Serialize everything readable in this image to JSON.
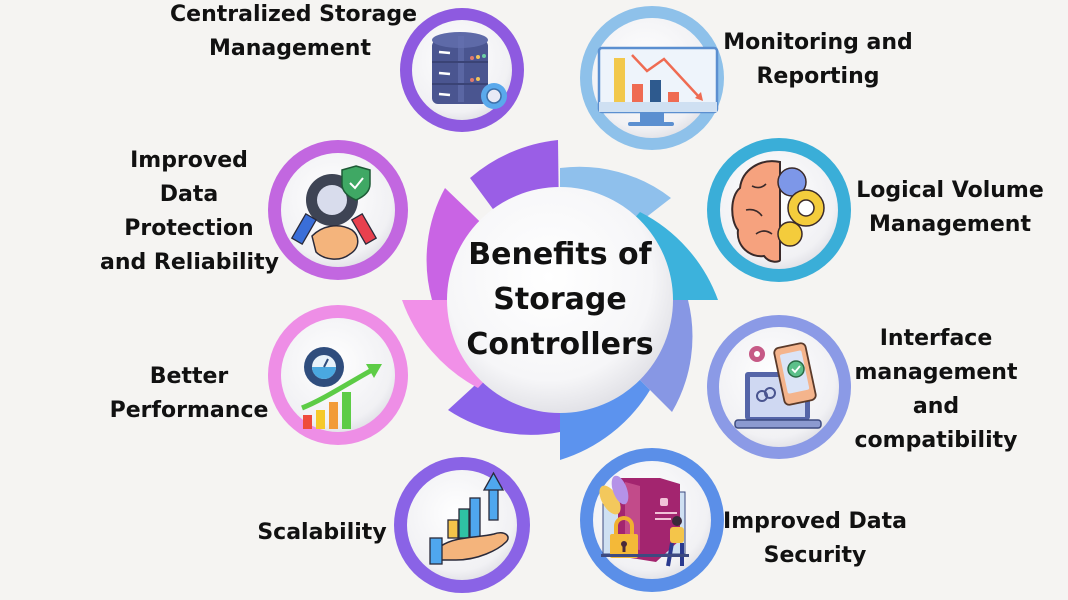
{
  "title": {
    "lines": [
      "Benefits of",
      "Storage",
      "Controllers"
    ]
  },
  "colors": {
    "background": "#f5f4f2",
    "center_fill": "#ffffff",
    "text": "#111111"
  },
  "benefits": [
    {
      "id": "centralized-storage-management",
      "lines": [
        "Centralized Storage",
        "Management"
      ],
      "icon": "database-server-gear-icon",
      "ring_color": "#8e5ae0"
    },
    {
      "id": "monitoring-and-reporting",
      "lines": [
        "Monitoring and",
        "Reporting"
      ],
      "icon": "monitor-bar-chart-icon",
      "ring_color": "#8ec1ea"
    },
    {
      "id": "logical-volume-management",
      "lines": [
        "Logical Volume",
        "Management"
      ],
      "icon": "brain-gears-icon",
      "ring_color": "#3aaed8"
    },
    {
      "id": "interface-management-and-compatibility",
      "lines": [
        "Interface",
        "management",
        "and",
        "compatibility"
      ],
      "icon": "laptop-phone-link-icon",
      "ring_color": "#8b9ae6"
    },
    {
      "id": "improved-data-security",
      "lines": [
        "Improved Data",
        "Security"
      ],
      "icon": "shield-padlock-icon",
      "ring_color": "#5b8fe8"
    },
    {
      "id": "scalability",
      "lines": [
        "Scalability"
      ],
      "icon": "hand-growth-chart-icon",
      "ring_color": "#8a63e6"
    },
    {
      "id": "better-performance",
      "lines": [
        "Better",
        "Performance"
      ],
      "icon": "speedometer-growth-chart-icon",
      "ring_color": "#ee8ee6"
    },
    {
      "id": "improved-data-protection-and-reliability",
      "lines": [
        "Improved",
        "Data",
        "Protection",
        "and Reliability"
      ],
      "icon": "handshake-gear-shield-icon",
      "ring_color": "#c267e0"
    }
  ],
  "pinwheel_colors": [
    "#9a5ee6",
    "#8fc0ec",
    "#3cb2dc",
    "#8797e4",
    "#5c93ee",
    "#8a62ea",
    "#f190e8",
    "#c964e4"
  ]
}
